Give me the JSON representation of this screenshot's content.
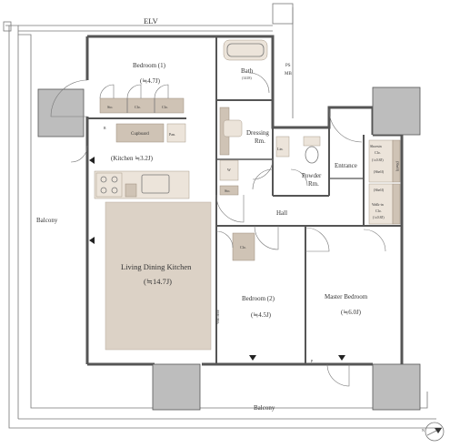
{
  "labels": {
    "elv": "ELV",
    "ps": "PS",
    "mb": "MB",
    "bedroom1": "Bedroom (1)",
    "bedroom1_size": "(≒4.7J)",
    "bath": "Bath",
    "bath_size": "(1418)",
    "dressing": "Dressing",
    "dressing_rm": "Rm.",
    "kitchen": "(Kitchen ≒3.2J)",
    "cupboard": "Cupboard",
    "pan": "Pan.",
    "sto1": "Sto.",
    "clo1": "Clo.",
    "clo2": "Clo.",
    "r": "R",
    "lin": "Lin.",
    "w": "W",
    "sto2": "Sto.",
    "powder": "Powder",
    "powder_rm": "Rm.",
    "entrance": "Entrance",
    "shoes_in": "Shoesin",
    "shoes_clo": "Clo.",
    "shoes_size": "(≒0.8J)",
    "shelf1": "(Shelf)",
    "shelf2": "(Shelf)",
    "shelf3": "(Shelf)",
    "walkin": "Walk-in",
    "walkin_clo": "Clo.",
    "walkin_size": "(≒0.8J)",
    "balcony_left": "Balcony",
    "ldk": "Living Dining Kitchen",
    "ldk_size": "(≒14.7J)",
    "hall": "Hall",
    "clo3": "Clo.",
    "wall_door": "Wall door",
    "bedroom2": "Bedroom (2)",
    "bedroom2_size": "(≒4.5J)",
    "master": "Master Bedroom",
    "master_size": "(≒6.0J)",
    "p": "P",
    "balcony_bottom": "Balcony",
    "north": "N"
  },
  "colors": {
    "fixture": "#cfc3b5",
    "ldk_rug": "#dcd2c6",
    "wall": "#555555",
    "column": "#bdbdbd"
  }
}
